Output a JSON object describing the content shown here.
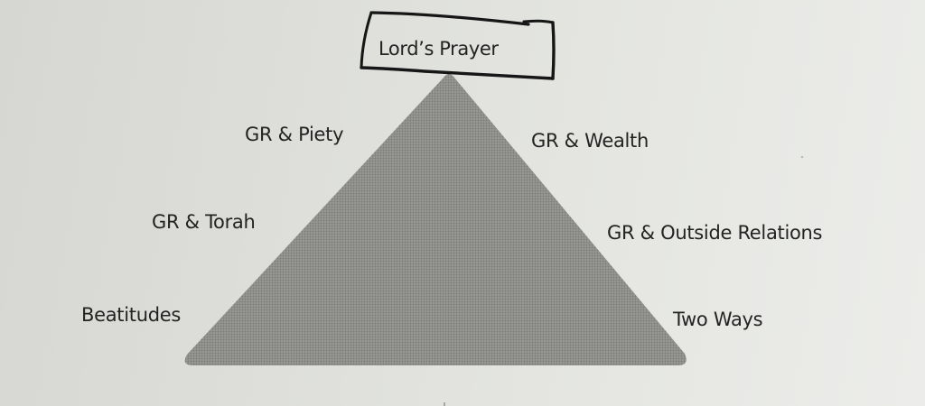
{
  "diagram": {
    "type": "pyramid",
    "apex_label": "Lord’s Prayer",
    "left_side_labels": [
      "GR & Piety",
      "GR & Torah",
      "Beatitudes"
    ],
    "right_side_labels": [
      "GR & Wealth",
      "GR & Outside Relations",
      "Two Ways"
    ],
    "colors": {
      "triangle_fill": "#8f8f8c",
      "text": "#232323",
      "box_stroke": "#161616"
    }
  }
}
